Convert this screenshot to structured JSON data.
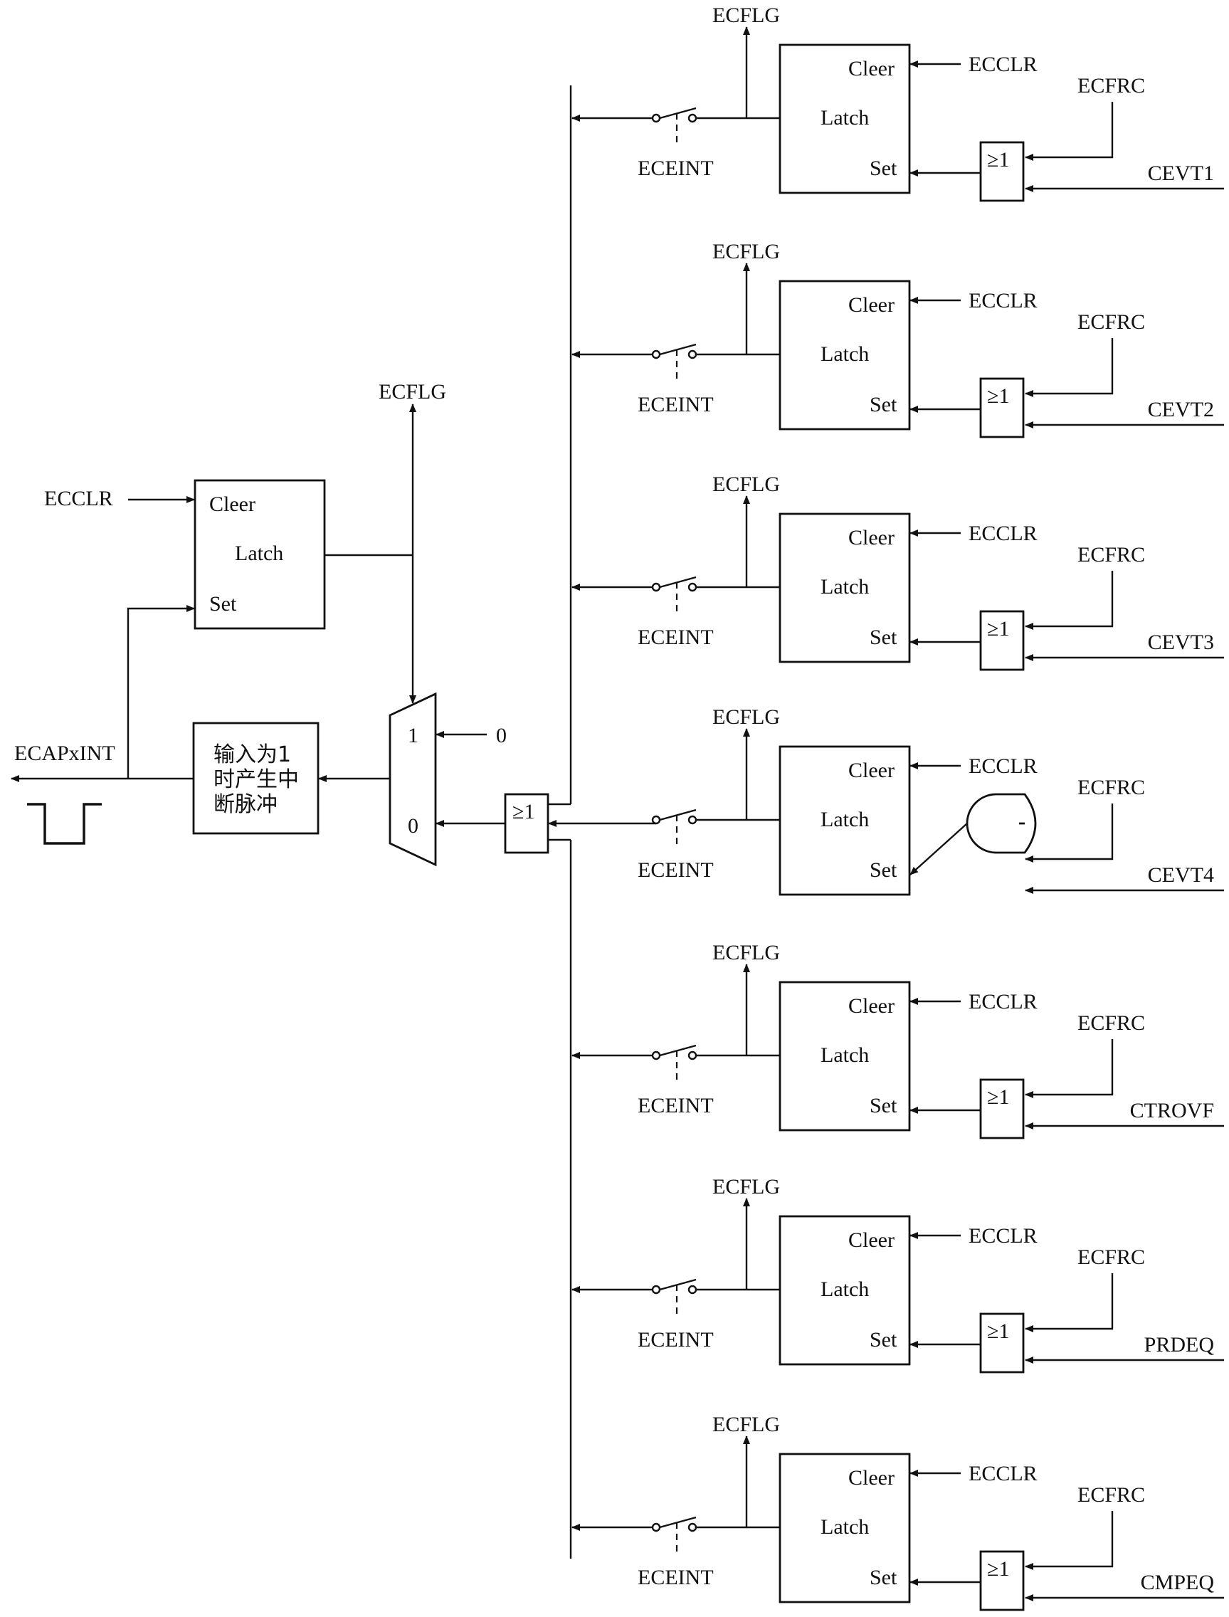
{
  "latch": {
    "clear": "Cleer",
    "latch": "Latch",
    "set": "Set"
  },
  "signals": {
    "ecflg": "ECFLG",
    "ecclr": "ECCLR",
    "ecfrc": "ECFRC",
    "eceint": "ECEINT",
    "output": "ECAPxINT",
    "mux_in1": "1",
    "mux_in0": "0",
    "const_zero": "0"
  },
  "gate_symbol": "≥1",
  "pulse_gen": {
    "line1": "输入为1",
    "line2": "时产生中",
    "line3": "断脉冲"
  },
  "inputs": [
    "CEVT1",
    "CEVT2",
    "CEVT3",
    "CEVT4",
    "CTROVF",
    "PRDEQ",
    "CMPEQ"
  ]
}
